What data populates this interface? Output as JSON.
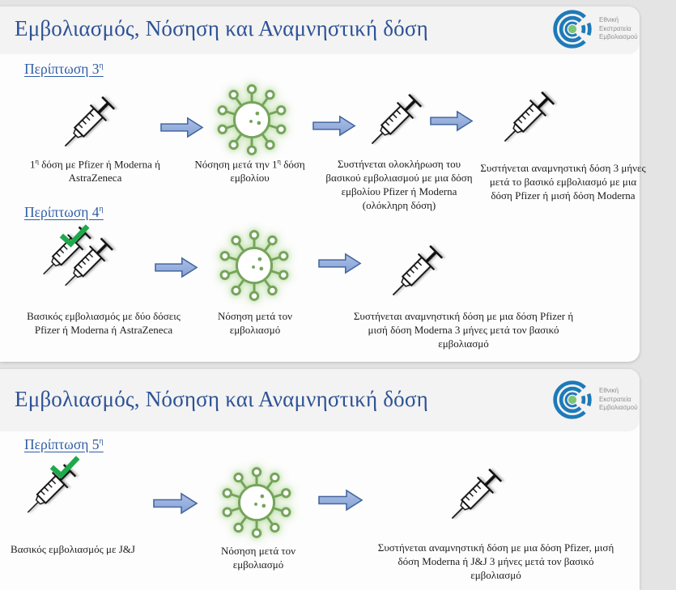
{
  "logo": {
    "line1": "Εθνική",
    "line2": "Εκστρατεία",
    "line3": "Εμβολιασμού"
  },
  "colors": {
    "title_blue": "#2d5296",
    "heading_blue": "#2f5da5",
    "arrow_fill": "#8ea9da",
    "arrow_border": "#44679f",
    "virus_green": "#75a45b",
    "check_green": "#1fa94c",
    "logo_blue": "#1e7ab9",
    "logo_green": "#7cc576",
    "background_gray": "#e4e4e4",
    "band_gray": "#f3f3f3"
  },
  "slide1": {
    "title": "Εμβολιασμός, Νόσηση και Αναμνηστική δόση",
    "case3": {
      "heading": "Περίπτωση 3",
      "heading_sup": "η",
      "cap1_pre": "1",
      "cap1_sup": "η",
      "cap1_rest": " δόση με Pfizer ή Moderna ή AstraZeneca",
      "cap2_pre": "Νόσηση μετά την 1",
      "cap2_sup": "η",
      "cap2_rest": " δόση εμβολίου",
      "cap3": "Συστήνεται ολοκλήρωση του βασικού εμβολιασμού με μια δόση εμβολίου Pfizer ή  Moderna (ολόκληρη δόση)",
      "cap4": "Συστήνεται αναμνηστική δόση 3 μήνες μετά το βασικό εμβολιασμό με μια δόση Pfizer ή  μισή δόση Moderna"
    },
    "case4": {
      "heading": "Περίπτωση 4",
      "heading_sup": "η",
      "cap1": "Βασικός εμβολιασμός με δύο δόσεις Pfizer ή Moderna ή AstraZeneca",
      "cap2": "Νόσηση μετά τον εμβολιασμό",
      "cap3": "Συστήνεται αναμνηστική δόση με μια δόση Pfizer ή  μισή δόση Moderna 3 μήνες μετά τον βασικό εμβολιασμό"
    }
  },
  "slide2": {
    "title": "Εμβολιασμός, Νόσηση και Αναμνηστική δόση",
    "case5": {
      "heading": "Περίπτωση 5",
      "heading_sup": "η",
      "cap1": "Βασικός εμβολιασμός με J&J",
      "cap2": "Νόσηση μετά τον εμβολιασμό",
      "cap3": "Συστήνεται αναμνηστική δόση με μια δόση Pfizer, μισή δόση Moderna ή J&J 3 μήνες μετά τον βασικό εμβολιασμό"
    }
  }
}
